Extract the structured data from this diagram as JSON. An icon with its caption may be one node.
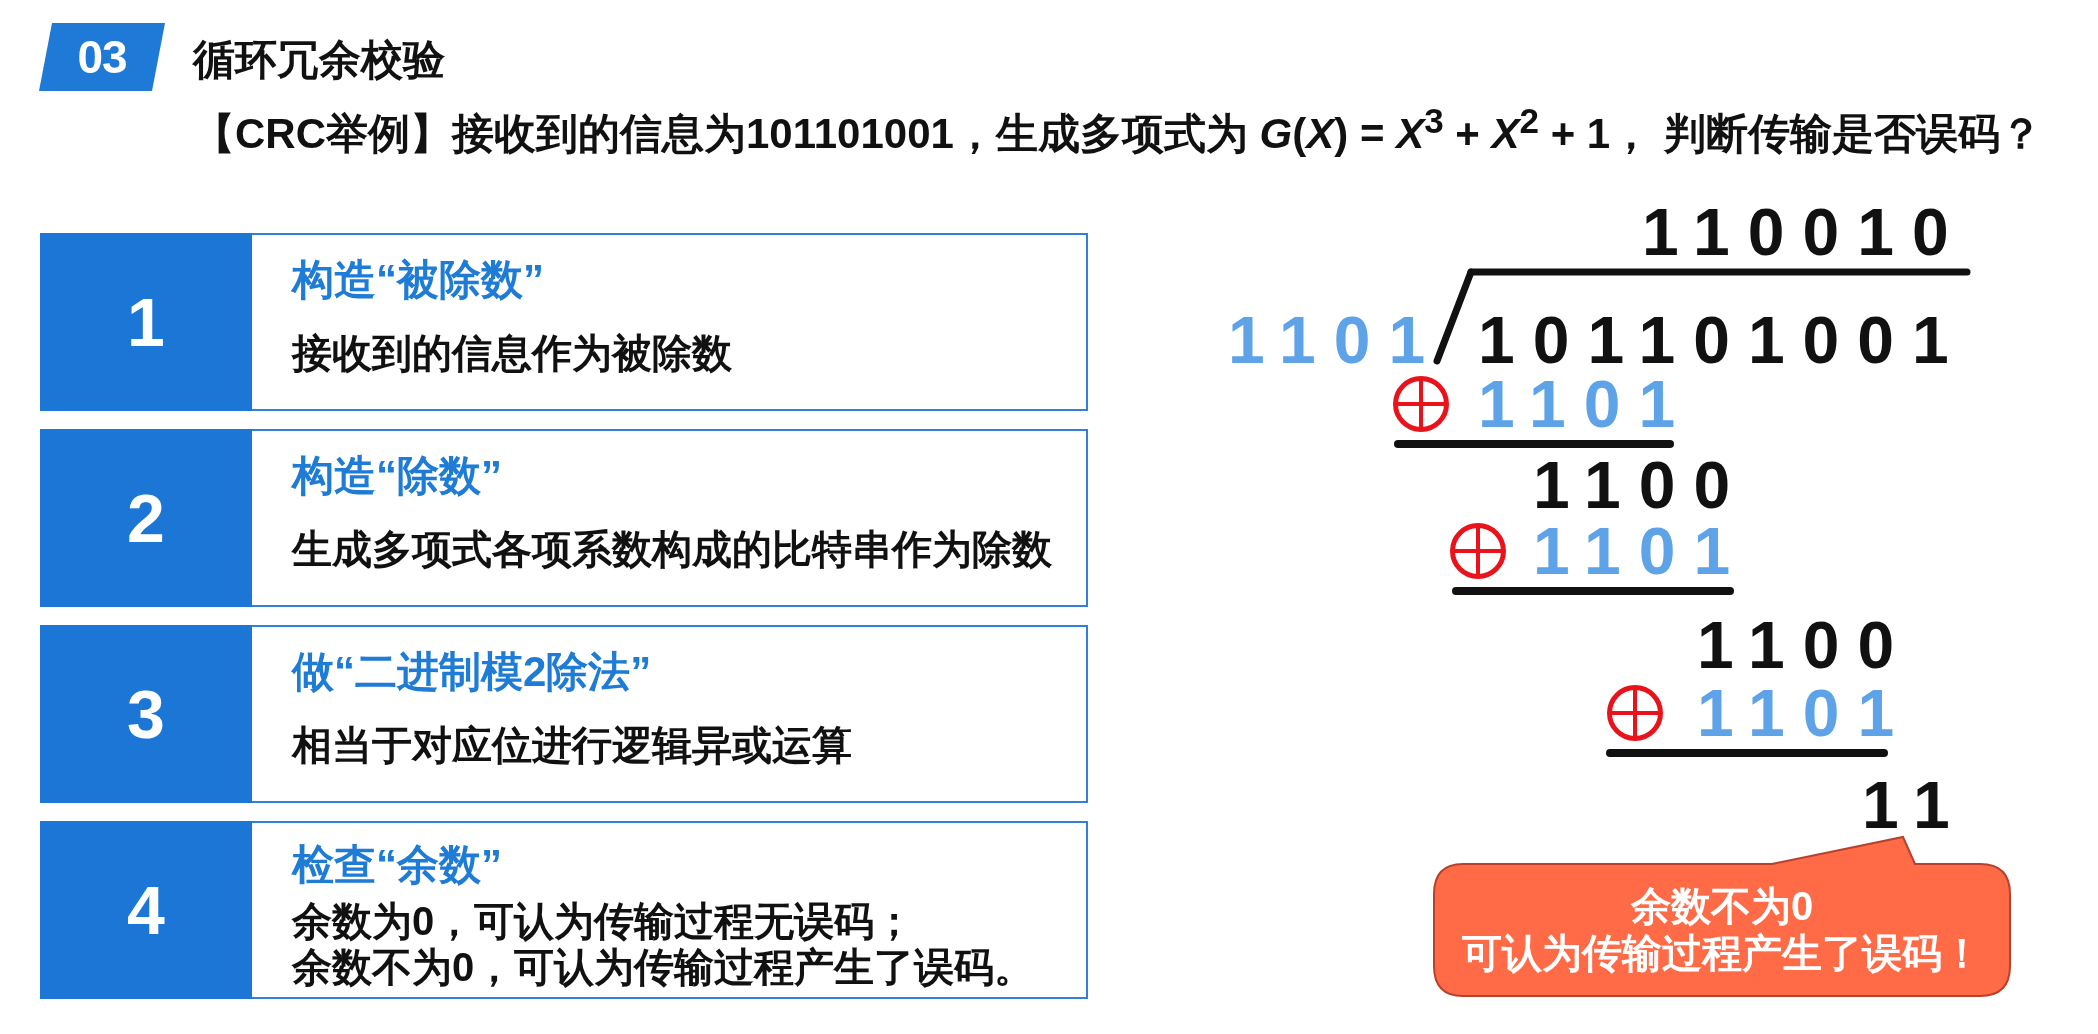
{
  "diagram": {
    "title": "循环冗余校验",
    "nodes": [
      {
        "text": [
          "03"
        ]
      },
      {
        "text": [
          "构造“被除数”",
          "接收到的信息作为被除数"
        ]
      },
      {
        "text": [
          "1"
        ],
        "in": 1
      },
      {
        "text": [
          "构造“除数”",
          "生成多项式各项系数构成的比特串作为除数"
        ]
      },
      {
        "text": [
          "2"
        ],
        "in": 3
      },
      {
        "text": [
          "做“二进制模2除法”",
          "相当于对应位进行逻辑异或运算"
        ]
      },
      {
        "text": [
          "3"
        ],
        "in": 5
      },
      {
        "text": [
          "检查“余数”",
          "余数为0，可认为传输过程无误码；",
          "余数不为0，可认为传输过程产生了误码。"
        ]
      },
      {
        "text": [
          "4"
        ],
        "in": 7
      },
      {
        "text": [
          "余数不为0",
          "可认为传输过程产生了误码！"
        ]
      }
    ],
    "labels": [
      "【CRC举例】接收到的信息为101101001，生成多项式为 *G*(*X*) = *X*$^{3}$ + *X*$^{2}$ + 1， 判断传输是否误码？",
      "110010",
      "1101",
      "101101001",
      "1101",
      "1100",
      "1101",
      "1100",
      "1101",
      "11"
    ]
  }
}
